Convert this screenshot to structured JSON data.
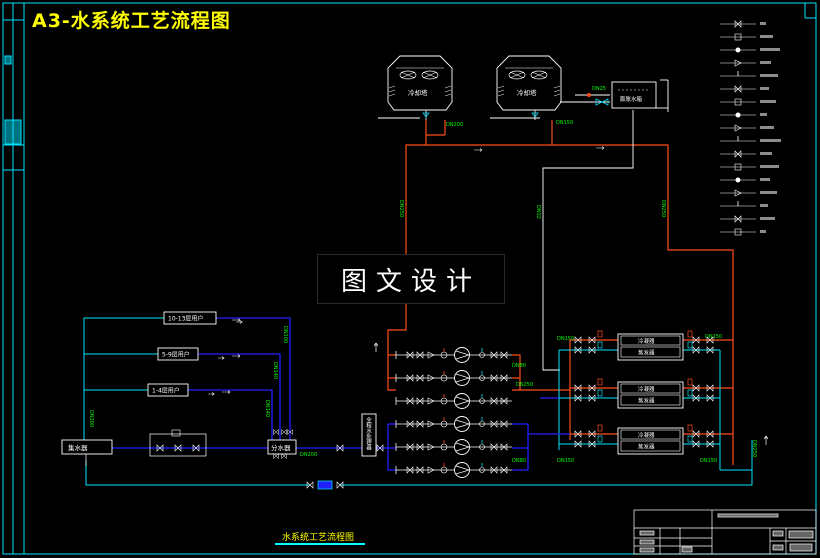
{
  "page": {
    "title": "A3-水系统工艺流程图",
    "watermark": "图文设计",
    "caption": "水系统工艺流程图"
  },
  "colors": {
    "background": "#000000",
    "title": "#ffff00",
    "chilled_supply": "#0000ff",
    "chilled_return": "#00e5ff",
    "cooling": "#ff4d1a",
    "frame": "#00e5ff",
    "label": "#00ff00"
  },
  "towers": [
    {
      "label": "冷却塔"
    },
    {
      "label": "冷却塔"
    }
  ],
  "tank": {
    "label": "膨胀水箱"
  },
  "branches": [
    {
      "label": "10-13层用户",
      "size": "DN100"
    },
    {
      "label": "5-9层用户",
      "size": "DN140"
    },
    {
      "label": "1-4层用户",
      "size": "DN140"
    }
  ],
  "headers": {
    "collector": "集水器",
    "distributor": "分水器",
    "dosing": "全程水处理器",
    "return_size": "DN200",
    "collector_size": "DN200"
  },
  "pipe_labels": {
    "tower_out": "DN200",
    "tower_out_2": "DN150",
    "tower_riser": "DN250",
    "makeup": "DN25",
    "white_riser": "DN32",
    "right_return": "DN250",
    "pump_top": "DN80",
    "pump_mid": "DN250",
    "pump_bot": "DN80",
    "chiller_left_top": "DN150",
    "chiller_right_top": "DN150",
    "chiller_left_bot": "DN150",
    "chiller_right_bot": "DN150",
    "right_side": "DN250"
  },
  "chillers": [
    {
      "condenser": "冷凝器",
      "evaporator": "蒸发器"
    },
    {
      "condenser": "冷凝器",
      "evaporator": "蒸发器"
    },
    {
      "condenser": "冷凝器",
      "evaporator": "蒸发器"
    }
  ],
  "legend": [
    {
      "icon": "check-valve-icon"
    },
    {
      "icon": "gate-valve-icon"
    },
    {
      "icon": "butterfly-valve-icon"
    },
    {
      "icon": "strainer-icon"
    },
    {
      "icon": "flexible-joint-icon"
    },
    {
      "icon": "pressure-gauge-icon"
    },
    {
      "icon": "thermometer-icon"
    },
    {
      "icon": "balance-valve-icon"
    },
    {
      "icon": "pump-icon"
    },
    {
      "icon": "drain-valve-icon"
    },
    {
      "icon": "air-vent-icon"
    },
    {
      "icon": "flow-switch-icon"
    },
    {
      "icon": "electric-valve-icon"
    },
    {
      "icon": "temp-sensor-icon"
    },
    {
      "icon": "pressure-sensor-icon"
    },
    {
      "icon": "water-meter-icon"
    },
    {
      "icon": "safety-valve-icon"
    }
  ]
}
